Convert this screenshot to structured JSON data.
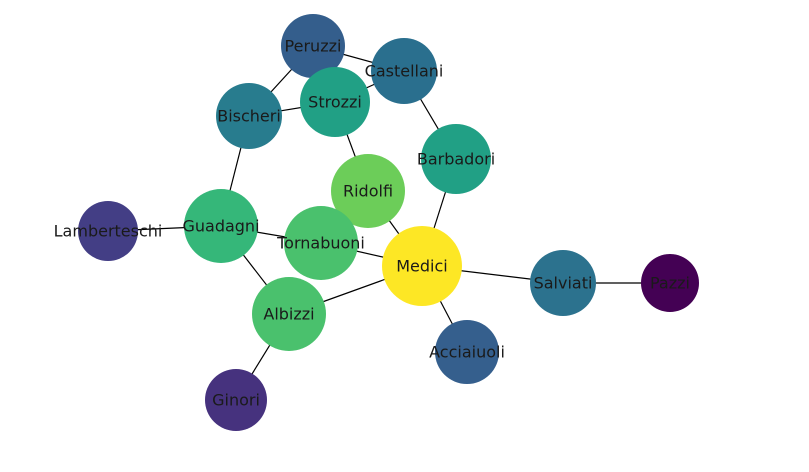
{
  "graph": {
    "nodes": [
      {
        "id": "Peruzzi",
        "label": "Peruzzi",
        "color": "#345e8c"
      },
      {
        "id": "Castellani",
        "label": "Castellani",
        "color": "#2a6f8e"
      },
      {
        "id": "Strozzi",
        "label": "Strozzi",
        "color": "#21a085"
      },
      {
        "id": "Bischeri",
        "label": "Bischeri",
        "color": "#287c8e"
      },
      {
        "id": "Barbadori",
        "label": "Barbadori",
        "color": "#21a085"
      },
      {
        "id": "Ridolfi",
        "label": "Ridolfi",
        "color": "#6ccd59"
      },
      {
        "id": "Guadagni",
        "label": "Guadagni",
        "color": "#35b779"
      },
      {
        "id": "Lamberteschi",
        "label": "Lamberteschi",
        "color": "#433e85"
      },
      {
        "id": "Tornabuoni",
        "label": "Tornabuoni",
        "color": "#4ac16d"
      },
      {
        "id": "Medici",
        "label": "Medici",
        "color": "#fde725"
      },
      {
        "id": "Salviati",
        "label": "Salviati",
        "color": "#2c728e"
      },
      {
        "id": "Pazzi",
        "label": "Pazzi",
        "color": "#440154"
      },
      {
        "id": "Albizzi",
        "label": "Albizzi",
        "color": "#4ac16d"
      },
      {
        "id": "Acciaiuoli",
        "label": "Acciaiuoli",
        "color": "#355f8d"
      },
      {
        "id": "Ginori",
        "label": "Ginori",
        "color": "#46327e"
      }
    ],
    "edges": [
      [
        "Peruzzi",
        "Castellani"
      ],
      [
        "Peruzzi",
        "Bischeri"
      ],
      [
        "Peruzzi",
        "Strozzi"
      ],
      [
        "Castellani",
        "Strozzi"
      ],
      [
        "Castellani",
        "Barbadori"
      ],
      [
        "Strozzi",
        "Bischeri"
      ],
      [
        "Strozzi",
        "Ridolfi"
      ],
      [
        "Bischeri",
        "Guadagni"
      ],
      [
        "Barbadori",
        "Medici"
      ],
      [
        "Ridolfi",
        "Medici"
      ],
      [
        "Ridolfi",
        "Tornabuoni"
      ],
      [
        "Guadagni",
        "Lamberteschi"
      ],
      [
        "Guadagni",
        "Tornabuoni"
      ],
      [
        "Guadagni",
        "Albizzi"
      ],
      [
        "Tornabuoni",
        "Medici"
      ],
      [
        "Medici",
        "Salviati"
      ],
      [
        "Medici",
        "Albizzi"
      ],
      [
        "Medici",
        "Acciaiuoli"
      ],
      [
        "Salviati",
        "Pazzi"
      ],
      [
        "Albizzi",
        "Ginori"
      ]
    ]
  }
}
